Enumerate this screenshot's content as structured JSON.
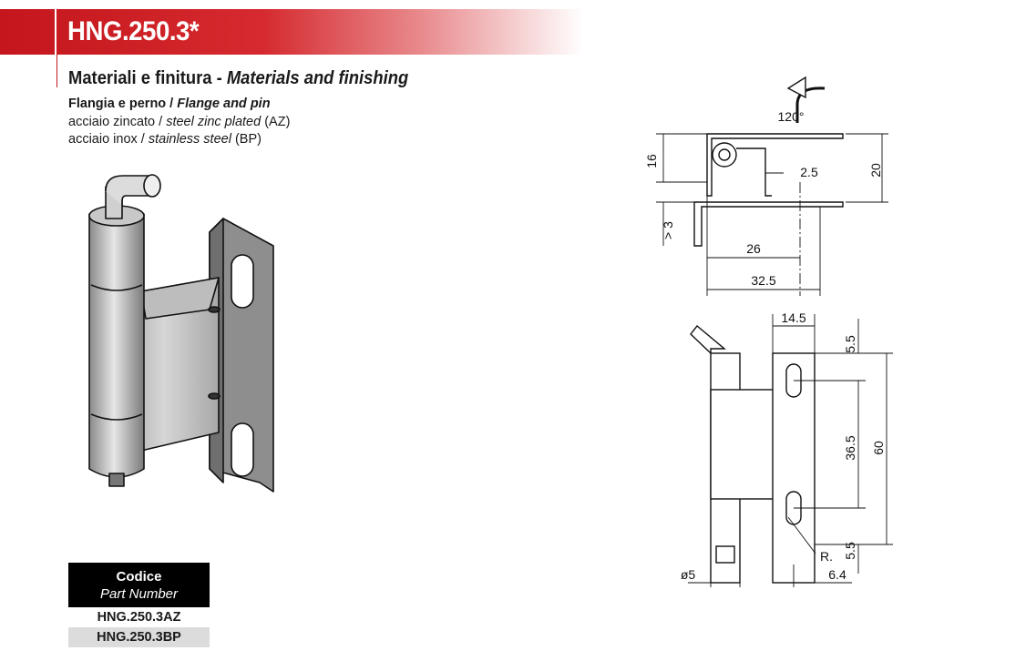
{
  "header": {
    "code": "HNG.250.3*"
  },
  "materials": {
    "heading_it": "Materiali e finitura -",
    "heading_en": "Materials and finishing",
    "component_it": "Flangia e perno /",
    "component_en": "Flange and pin",
    "finishes": [
      {
        "it": "acciaio zincato /",
        "en": "steel zinc plated",
        "code": "(AZ)"
      },
      {
        "it": "acciaio inox /",
        "en": "stainless steel",
        "code": "(BP)"
      }
    ]
  },
  "table": {
    "header_it": "Codice",
    "header_en": "Part Number",
    "rows": [
      "HNG.250.3AZ",
      "HNG.250.3BP"
    ]
  },
  "colors": {
    "brand_red": "#c4161c",
    "table_header": "#000000",
    "table_alt_row": "#dcdcdc"
  },
  "drawing_side": {
    "angle": "120°",
    "dims": {
      "d16": "16",
      "d20": "20",
      "d2_5": "2.5",
      "d3": "> 3",
      "d26": "26",
      "d32_5": "32.5"
    }
  },
  "drawing_front": {
    "dims": {
      "d14_5": "14.5",
      "d5_5_top": "5.5",
      "d36_5": "36.5",
      "d60": "60",
      "d5_5_bottom": "5.5",
      "radius": "R.",
      "dia5": "ø5",
      "d6_4": "6.4"
    }
  }
}
